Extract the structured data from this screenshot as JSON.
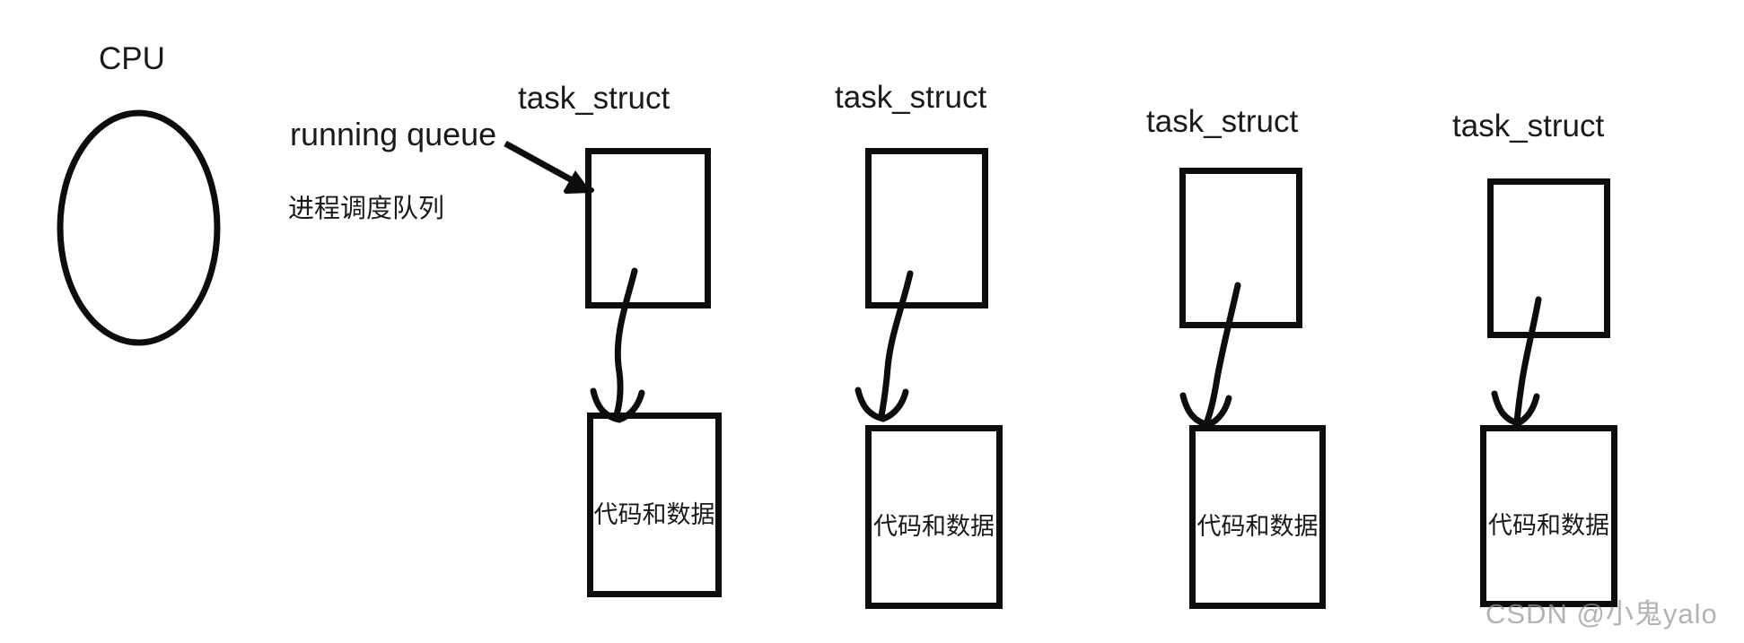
{
  "diagram": {
    "cpu_label": "CPU",
    "running_queue_label": "running queue",
    "running_queue_sublabel": "进程调度队列",
    "columns": [
      {
        "label": "task_struct",
        "box_label": "代码和数据"
      },
      {
        "label": "task_struct",
        "box_label": "代码和数据"
      },
      {
        "label": "task_struct",
        "box_label": "代码和数据"
      },
      {
        "label": "task_struct",
        "box_label": "代码和数据"
      }
    ],
    "watermark": "CSDN @小鬼yalo",
    "colors": {
      "stroke": "#0d0d0d",
      "text": "#1a1a1a",
      "watermark": "#969696",
      "background": "#ffffff"
    }
  }
}
